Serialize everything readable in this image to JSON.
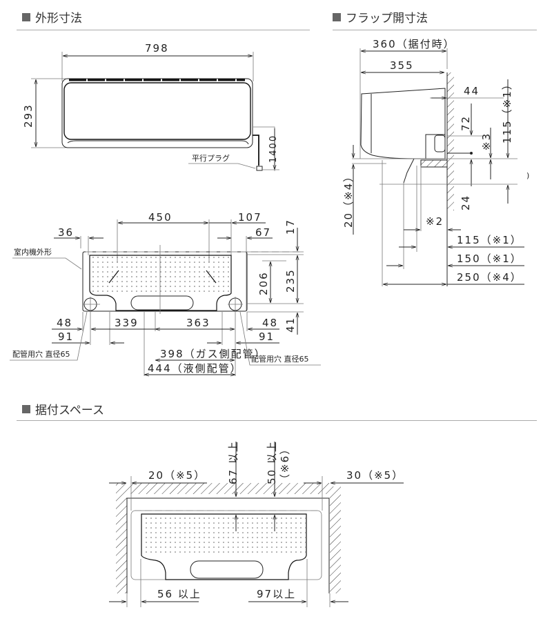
{
  "sections": {
    "outer_dimensions": {
      "title": "外形寸法"
    },
    "flap_dimensions": {
      "title": "フラップ開寸法"
    },
    "install_space": {
      "title": "据付スペース"
    }
  },
  "outer_dimensions": {
    "width": "798",
    "height": "293",
    "cord": "1400",
    "plug_label": "平行プラグ",
    "plate": {
      "d_450": "450",
      "d_107": "107",
      "d_36": "36",
      "d_67": "67",
      "d_17": "17",
      "d_206": "206",
      "d_235": "235",
      "d_41": "41",
      "d_48_left": "48",
      "d_91_left": "91",
      "d_339": "339",
      "d_363": "363",
      "d_48_right": "48",
      "d_91_right": "91",
      "d_398": "398（ガス側配管）",
      "d_444": "444（液側配管）",
      "outline_label": "室内機外形",
      "hole_left": "配管用穴 直径65",
      "hole_right": "配管用穴 直径65"
    }
  },
  "flap_dimensions": {
    "d_360": "360（据付時）",
    "d_355": "355",
    "d_44": "44",
    "d_72": "72",
    "d_note3": "※3",
    "d_115_v": "115（※1）",
    "d_24": "24",
    "d_20": "20（※4）",
    "d_note2": "※2",
    "d_115_h": "115（※1）",
    "d_150": "150（※1）",
    "d_250": "250（※4）"
  },
  "install_space": {
    "top_left": "20（※5）",
    "top_right": "30（※5）",
    "up_67": "67 以上",
    "up_50": "50 以上",
    "up_50_note": "（※6）",
    "bottom_left": "56 以上",
    "bottom_right": "97以上"
  }
}
